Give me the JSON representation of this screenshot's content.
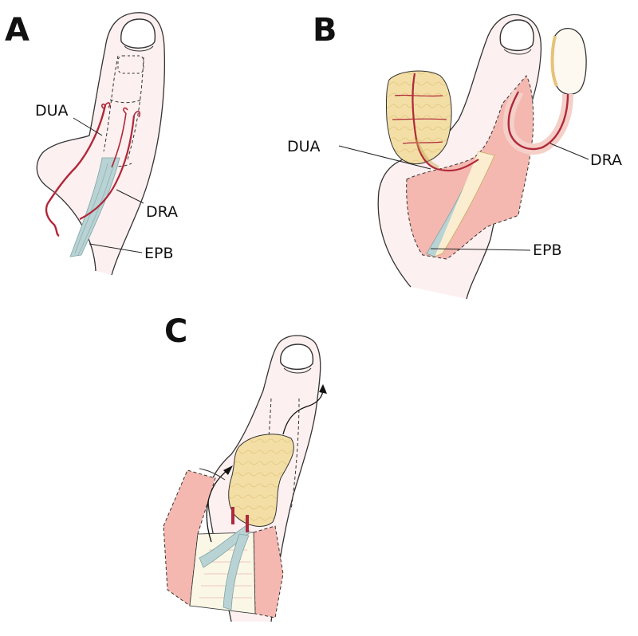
{
  "panels": [
    {
      "letter": "A",
      "labels": {
        "dua": "DUA",
        "dra": "DRA",
        "epb": "EPB"
      }
    },
    {
      "letter": "B",
      "labels": {
        "dua": "DUA",
        "dra": "DRA",
        "epb": "EPB"
      }
    },
    {
      "letter": "C"
    }
  ],
  "colors": {
    "skin": "#fdeeee",
    "flap": "#f4b8b0",
    "artery": "#b0283a",
    "tendon": "#b9d3d4",
    "fat": "#f3dfa6",
    "outline": "#333333"
  }
}
